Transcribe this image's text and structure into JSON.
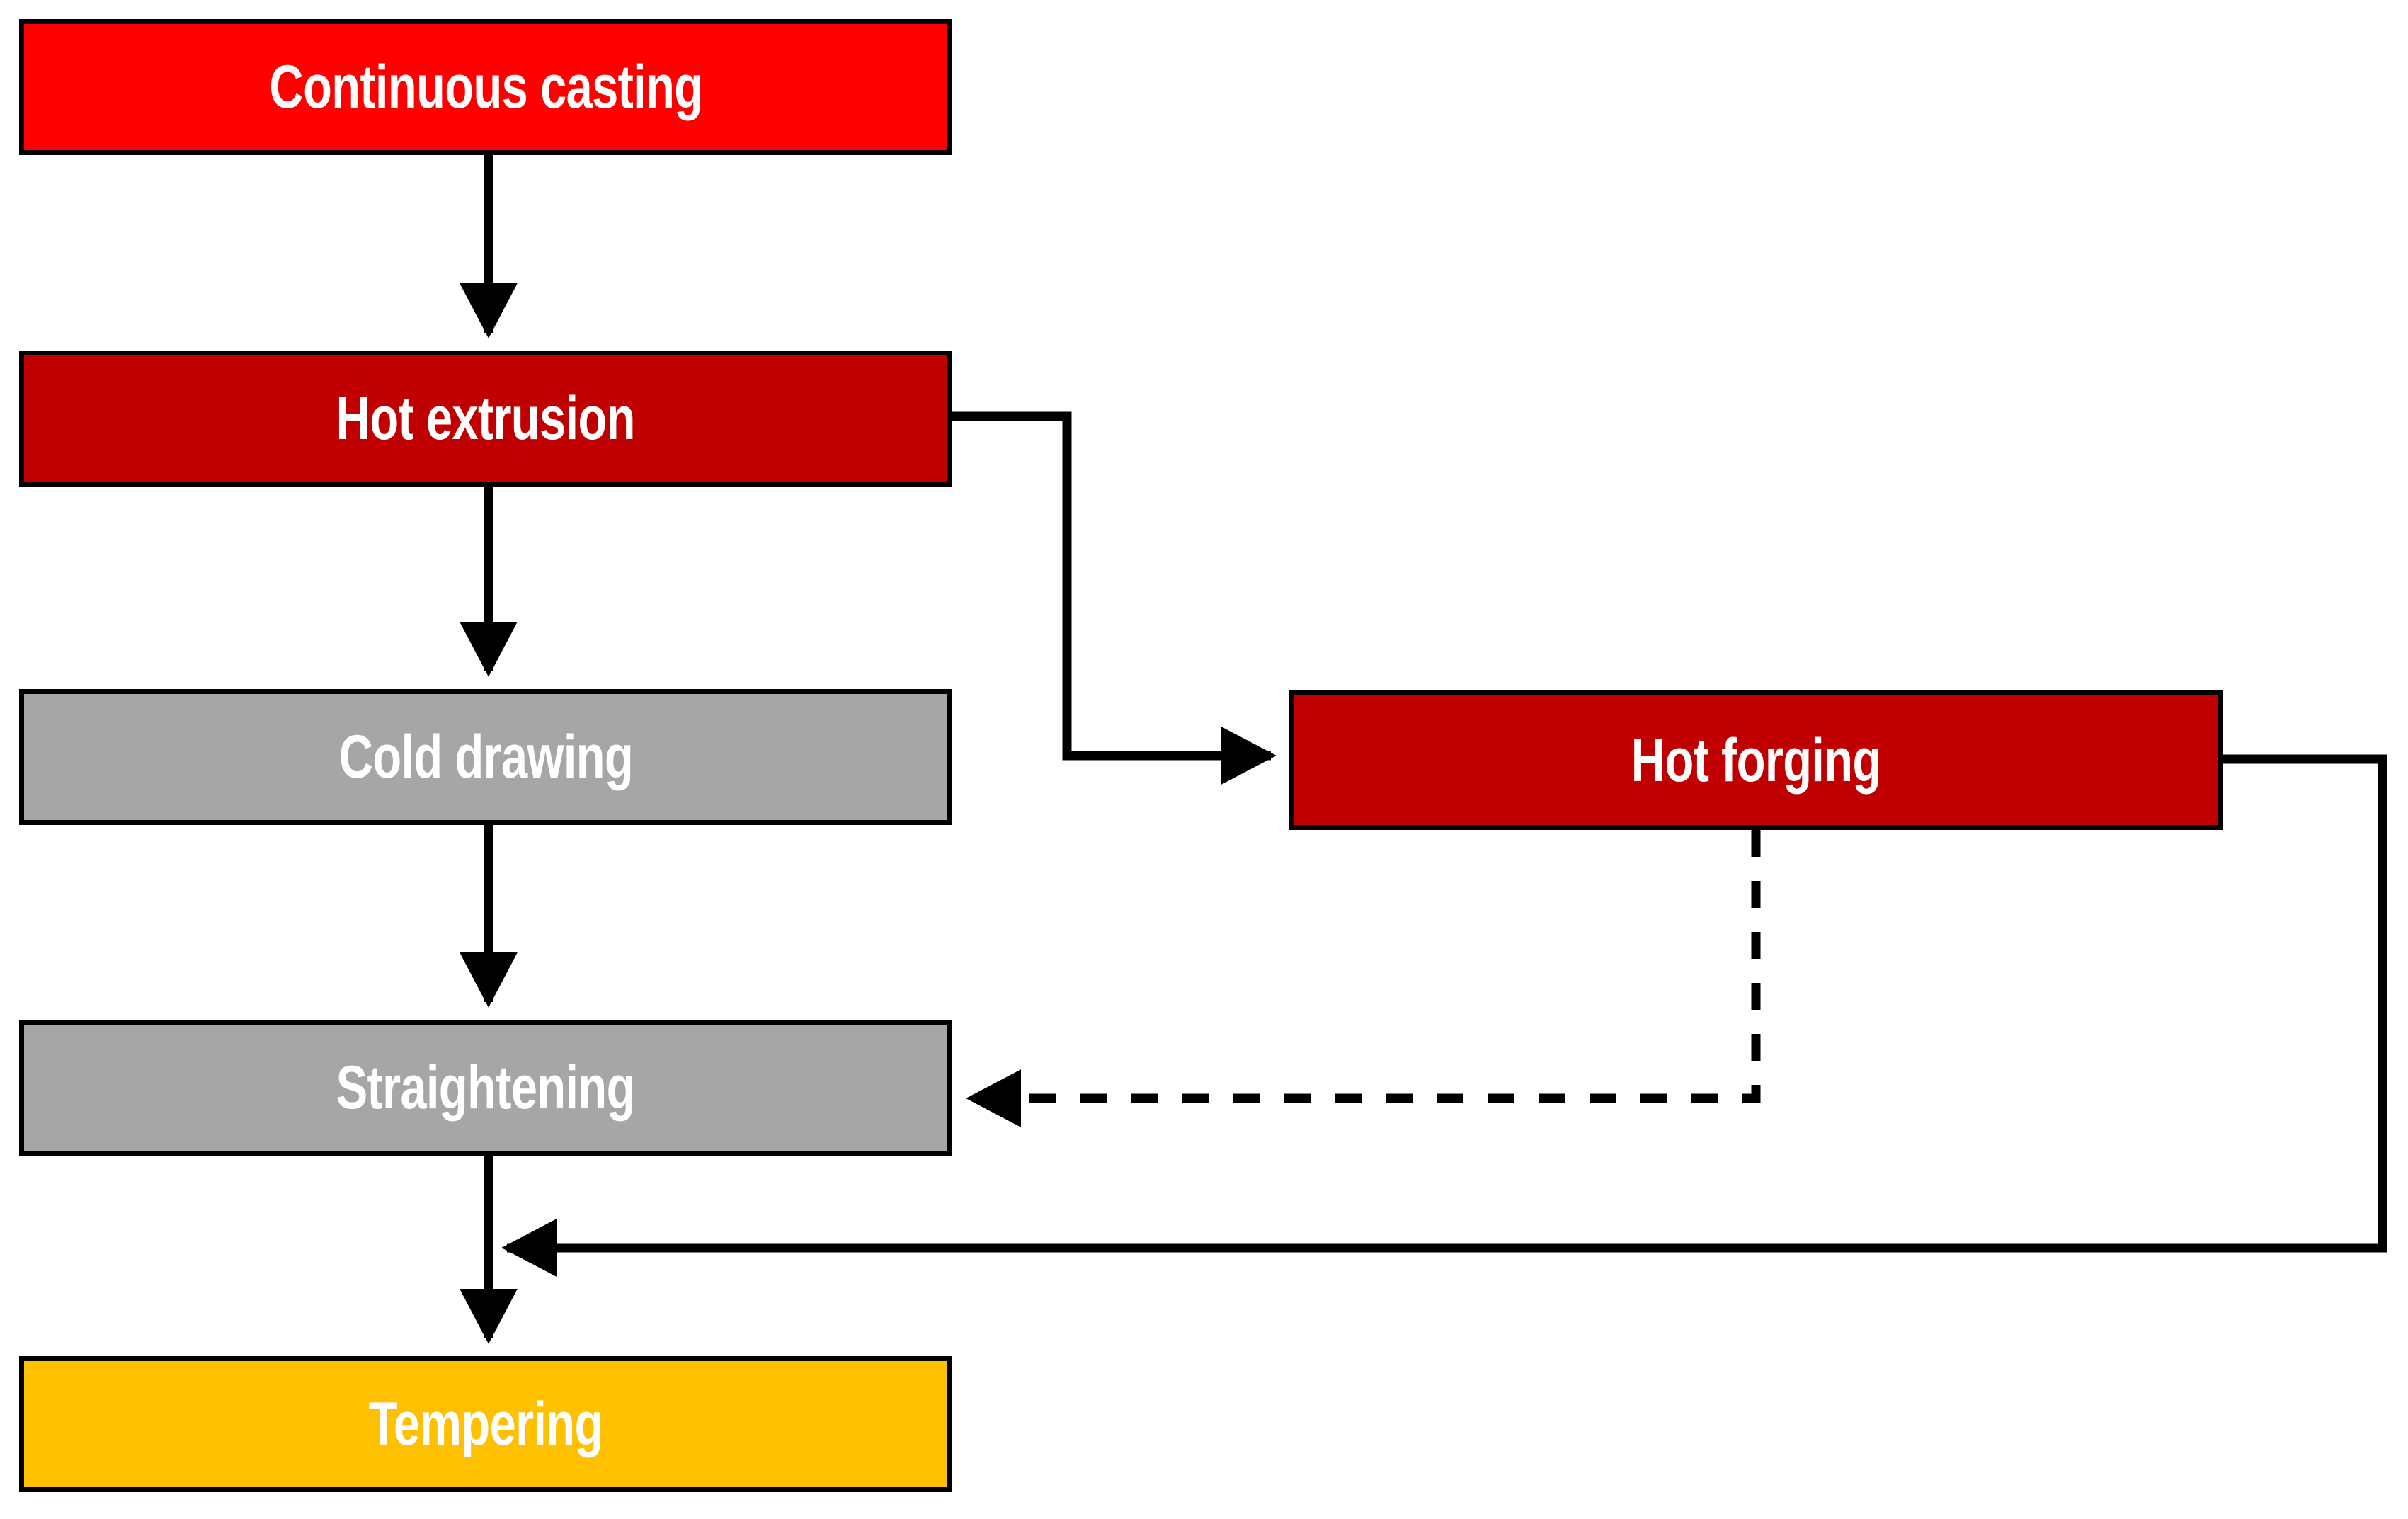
{
  "diagram": {
    "title": "Steel bar manufacturing process flowchart",
    "background": "#ffffff",
    "line_color": "#000000",
    "nodes": [
      {
        "id": "continuous-casting",
        "label": "Continuous casting",
        "fill": "#FF0000",
        "text_color": "#FFFFFF"
      },
      {
        "id": "hot-extrusion",
        "label": "Hot extrusion",
        "fill": "#C00000",
        "text_color": "#FFFFFF"
      },
      {
        "id": "cold-drawing",
        "label": "Cold drawing",
        "fill": "#A6A6A6",
        "text_color": "#FFFFFF"
      },
      {
        "id": "straightening",
        "label": "Straightening",
        "fill": "#A6A6A6",
        "text_color": "#FFFFFF"
      },
      {
        "id": "tempering",
        "label": "Tempering",
        "fill": "#FFC000",
        "text_color": "#FFFFFF"
      },
      {
        "id": "hot-forging",
        "label": "Hot forging",
        "fill": "#C00000",
        "text_color": "#FFFFFF"
      }
    ],
    "edges": [
      {
        "id": "e1",
        "from": "continuous-casting",
        "to": "hot-extrusion",
        "style": "solid",
        "arrow": "down"
      },
      {
        "id": "e2",
        "from": "hot-extrusion",
        "to": "cold-drawing",
        "style": "solid",
        "arrow": "down"
      },
      {
        "id": "e3",
        "from": "cold-drawing",
        "to": "straightening",
        "style": "solid",
        "arrow": "down"
      },
      {
        "id": "e4",
        "from": "straightening",
        "to": "tempering",
        "style": "solid",
        "arrow": "down"
      },
      {
        "id": "e5",
        "from": "hot-extrusion",
        "to": "hot-forging",
        "style": "solid",
        "arrow": "right"
      },
      {
        "id": "e6",
        "from": "hot-forging",
        "to": "straightening",
        "style": "dashed",
        "arrow": "left"
      },
      {
        "id": "e7",
        "from": "hot-forging",
        "to": "tempering",
        "style": "solid",
        "arrow": "left"
      }
    ]
  }
}
